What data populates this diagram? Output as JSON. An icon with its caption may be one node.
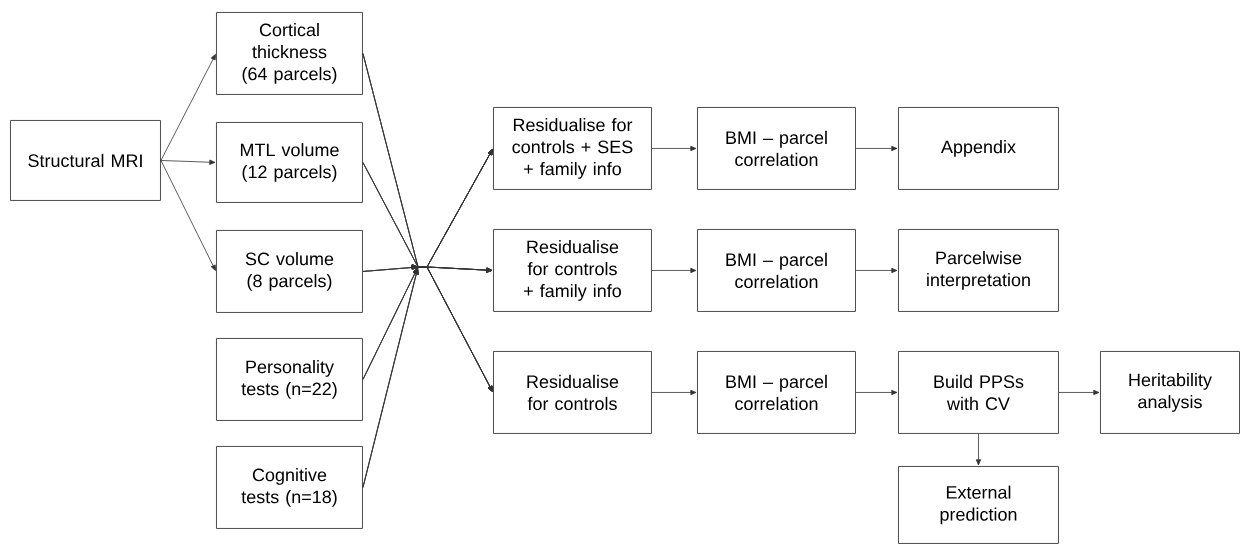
{
  "diagram": {
    "nodes": [
      {
        "text": [
          "Structural MRI"
        ]
      },
      {
        "text": [
          "Cortical thickness (64 parcels)"
        ]
      },
      {
        "text": [
          "MTL volume (12 parcels)"
        ]
      },
      {
        "text": [
          "SC volume (8 parcels)"
        ]
      },
      {
        "text": [
          "Personality tests (n=22)"
        ]
      },
      {
        "text": [
          "Cognitive tests (n=18)"
        ]
      },
      {
        "text": [
          "Residualise for controls + SES + family info"
        ]
      },
      {
        "text": [
          "BMI – parcel correlation"
        ]
      },
      {
        "text": [
          "Appendix"
        ]
      },
      {
        "text": [
          "Residualise for controls + family info"
        ]
      },
      {
        "text": [
          "BMI – parcel correlation"
        ]
      },
      {
        "text": [
          "Parcelwise interpretation"
        ]
      },
      {
        "text": [
          "Residualise for controls"
        ]
      },
      {
        "text": [
          "BMI – parcel correlation"
        ]
      },
      {
        "text": [
          "Build PPSs with CV"
        ]
      },
      {
        "text": [
          "Heritability analysis"
        ]
      },
      {
        "text": [
          "External prediction"
        ]
      }
    ],
    "edges": [
      {
        "from": 0,
        "to": 1,
        "arrow": "to"
      },
      {
        "from": 0,
        "to": 2,
        "arrow": "to"
      },
      {
        "from": 0,
        "to": 3,
        "arrow": "to"
      },
      {
        "from": 1,
        "to": 6,
        "arrow": "to"
      },
      {
        "from": 1,
        "to": 9,
        "arrow": "to"
      },
      {
        "from": 1,
        "to": 12,
        "arrow": "to"
      },
      {
        "from": 2,
        "to": 6,
        "arrow": "to"
      },
      {
        "from": 2,
        "to": 9,
        "arrow": "to"
      },
      {
        "from": 2,
        "to": 12,
        "arrow": "to"
      },
      {
        "from": 3,
        "to": 6,
        "arrow": "to"
      },
      {
        "from": 3,
        "to": 9,
        "arrow": "to"
      },
      {
        "from": 3,
        "to": 12,
        "arrow": "to"
      },
      {
        "from": 4,
        "to": 6,
        "arrow": "to"
      },
      {
        "from": 4,
        "to": 9,
        "arrow": "to"
      },
      {
        "from": 4,
        "to": 12,
        "arrow": "to"
      },
      {
        "from": 5,
        "to": 6,
        "arrow": "to"
      },
      {
        "from": 5,
        "to": 9,
        "arrow": "to"
      },
      {
        "from": 5,
        "to": 12,
        "arrow": "to"
      },
      {
        "from": 6,
        "to": 7,
        "arrow": "to"
      },
      {
        "from": 7,
        "to": 8,
        "arrow": "to"
      },
      {
        "from": 9,
        "to": 10,
        "arrow": "to"
      },
      {
        "from": 10,
        "to": 11,
        "arrow": "to"
      },
      {
        "from": 12,
        "to": 13,
        "arrow": "to"
      },
      {
        "from": 13,
        "to": 14,
        "arrow": "to"
      },
      {
        "from": 14,
        "to": 15,
        "arrow": "to"
      },
      {
        "from": 14,
        "to": 16,
        "arrow": "to"
      }
    ]
  }
}
